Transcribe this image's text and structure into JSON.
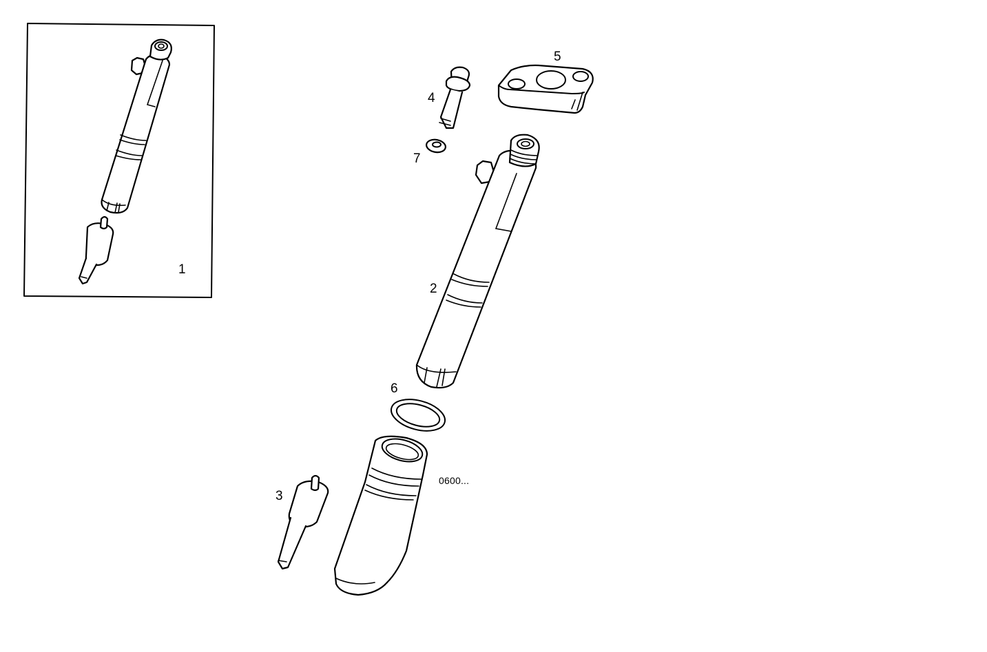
{
  "diagram": {
    "type": "exploded-parts-diagram",
    "subject": "fuel injector assembly",
    "inset": {
      "label": "1",
      "description": "complete injector assembly (holder with nozzle)"
    },
    "parts": [
      {
        "label": "1",
        "name": "injector assembly"
      },
      {
        "label": "2",
        "name": "injector holder body"
      },
      {
        "label": "3",
        "name": "injector nozzle"
      },
      {
        "label": "4",
        "name": "bolt"
      },
      {
        "label": "5",
        "name": "clamp flange"
      },
      {
        "label": "6",
        "name": "sealing ring"
      },
      {
        "label": "7",
        "name": "washer"
      }
    ],
    "unlabeled_parts": [
      {
        "name": "injector sleeve"
      }
    ],
    "reference_code": "0600..."
  }
}
